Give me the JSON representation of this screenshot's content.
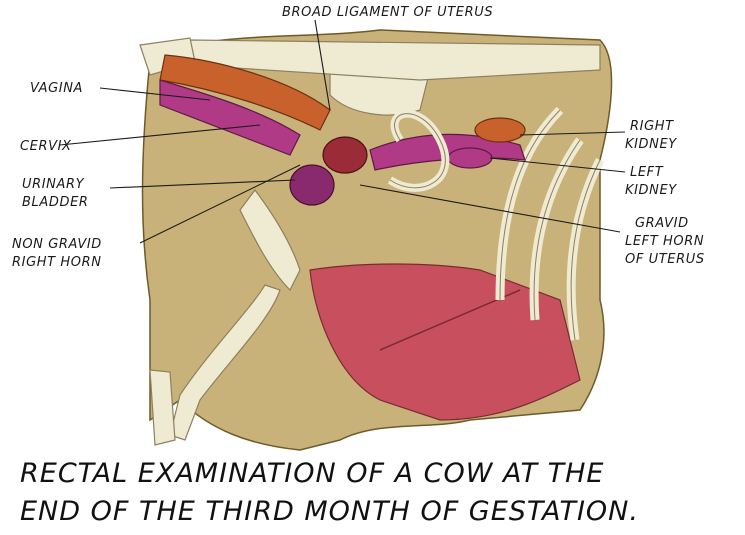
{
  "labels": {
    "broad_ligament": "BROAD LIGAMENT OF UTERUS",
    "vagina": "VAGINA",
    "cervix": "CERVIX",
    "urinary_bladder_1": "URINARY",
    "urinary_bladder_2": "BLADDER",
    "non_gravid_1": "NON GRAVID",
    "non_gravid_2": "RIGHT HORN",
    "right_kidney_1": "RIGHT",
    "right_kidney_2": "KIDNEY",
    "left_kidney_1": "LEFT",
    "left_kidney_2": "KIDNEY",
    "gravid_1": "GRAVID",
    "gravid_2": "LEFT HORN",
    "gravid_3": "OF UTERUS"
  },
  "caption": {
    "line1": "RECTAL EXAMINATION OF A COW AT THE",
    "line2": "END OF THE THIRD MONTH OF GESTATION."
  },
  "colors": {
    "body_tan": "#c9b27a",
    "bone": "#efead2",
    "muscle_red": "#c8505e",
    "rectum_orange": "#c8612c",
    "vagina_magenta": "#b03a86",
    "uterus_purple": "#8a2a6e",
    "bladder_dark": "#9b2b36"
  }
}
